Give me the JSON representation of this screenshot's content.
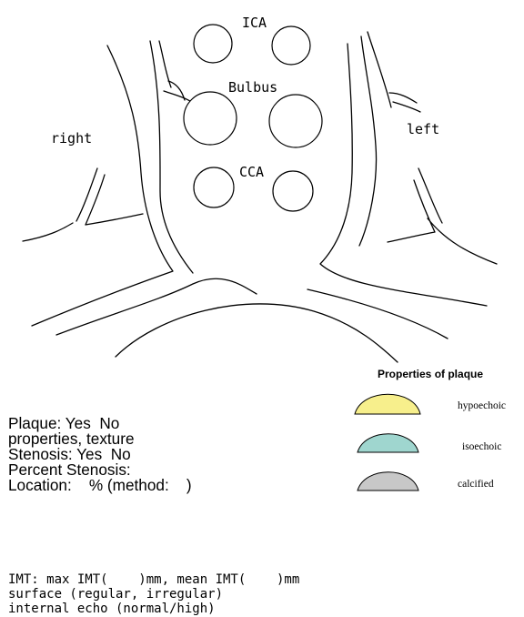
{
  "diagram": {
    "labels": {
      "ica": "ICA",
      "bulbus": "Bulbus",
      "cca": "CCA",
      "right": "right",
      "left": "left"
    }
  },
  "legend": {
    "title": "Properties of plaque",
    "items": [
      {
        "label": "hypoechoic",
        "color": "#f7ef8c"
      },
      {
        "label": "isoechoic",
        "color": "#9fd6cf"
      },
      {
        "label": "calcified",
        "color": "#c8c8c8"
      }
    ]
  },
  "form": {
    "lines": [
      "Plaque: Yes  No",
      "properties, texture",
      "Stenosis: Yes  No",
      "Percent Stenosis:",
      "Location:    % (method:    )"
    ]
  },
  "imt": {
    "lines": [
      "IMT: max IMT(    )mm, mean IMT(    )mm",
      "surface (regular, irregular)",
      "internal echo (normal/high)"
    ]
  }
}
